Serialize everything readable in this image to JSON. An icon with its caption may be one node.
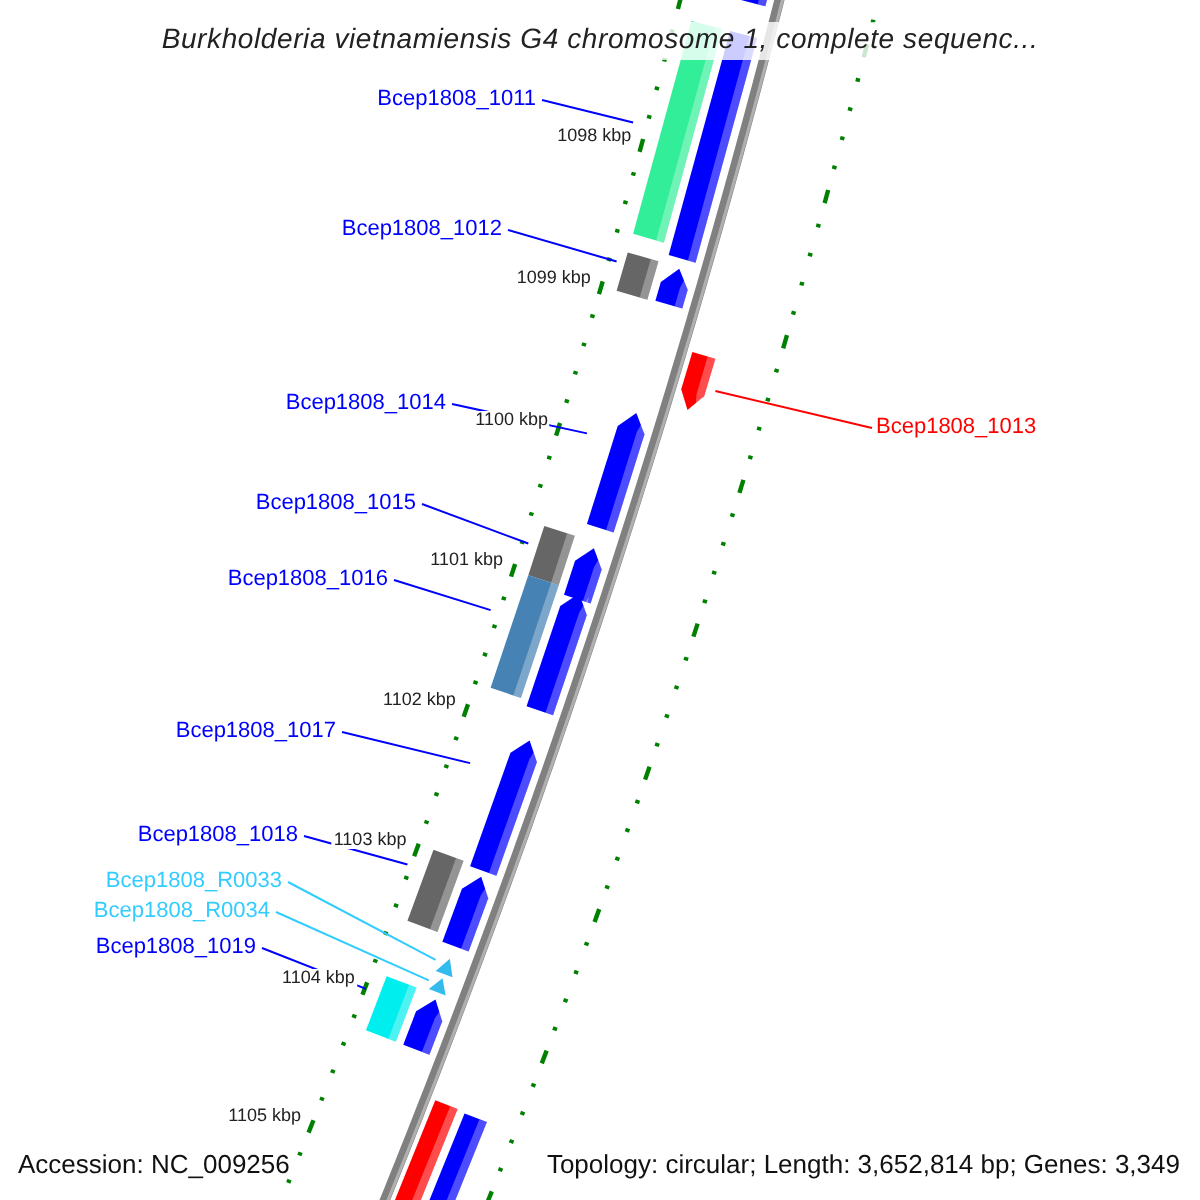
{
  "diagram": {
    "title": "Burkholderia vietnamiensis G4 chromosome 1, complete sequenc...",
    "nodes": [
      {
        "text": [
          "Bcep1808_1011"
        ]
      },
      {
        "text": [
          "Bcep1808_1012"
        ]
      },
      {
        "text": [
          "Bcep1808_1014"
        ]
      },
      {
        "text": [
          "Bcep1808_1013"
        ]
      },
      {
        "text": [
          "Bcep1808_1015"
        ]
      },
      {
        "text": [
          "Bcep1808_1016"
        ]
      },
      {
        "text": [
          "Bcep1808_1017"
        ]
      },
      {
        "text": [
          "Bcep1808_1018"
        ]
      },
      {
        "text": [
          "Bcep1808_R0033"
        ]
      },
      {
        "text": [
          "Bcep1808_R0034"
        ]
      },
      {
        "text": [
          "Bcep1808_1019"
        ]
      },
      {
        "text": [],
        "shape": "bar"
      },
      {
        "text": [],
        "shape": "bar"
      },
      {
        "text": [],
        "shape": "bar"
      },
      {
        "text": [],
        "shape": "bar"
      },
      {
        "text": [],
        "shape": "bar"
      },
      {
        "text": [],
        "shape": "bar"
      },
      {
        "text": [],
        "shape": "bar"
      },
      {
        "text": [],
        "shape": "bar"
      },
      {
        "text": [],
        "shape": "bar"
      },
      {
        "text": [],
        "shape": "bar"
      },
      {
        "text": [],
        "shape": "bar"
      },
      {
        "text": [],
        "shape": "bar"
      },
      {
        "text": [],
        "shape": "bar"
      }
    ],
    "edges": [
      {
        "from": 0,
        "to": 11,
        "arrow": "none"
      },
      {
        "from": 1,
        "to": 12,
        "arrow": "none"
      },
      {
        "from": 2,
        "to": 13,
        "arrow": "none"
      },
      {
        "from": 3,
        "to": 14,
        "arrow": "none",
        "color": "#ff0000"
      },
      {
        "from": 4,
        "to": 15,
        "arrow": "none"
      },
      {
        "from": 5,
        "to": 16,
        "arrow": "none"
      },
      {
        "from": 6,
        "to": 17,
        "arrow": "none"
      },
      {
        "from": 7,
        "to": 18,
        "arrow": "none"
      },
      {
        "from": 8,
        "to": 19,
        "arrow": "none",
        "color": "#33ccff"
      },
      {
        "from": 9,
        "to": 20,
        "arrow": "none",
        "color": "#33ccff"
      },
      {
        "from": 10,
        "to": 21,
        "arrow": "none"
      }
    ],
    "labels": [
      "1098 kbp",
      "1099 kbp",
      "1100 kbp",
      "1101 kbp",
      "1102 kbp",
      "1103 kbp",
      "1104 kbp",
      "1105 kbp",
      "Accession: NC_009256",
      "Topology: circular; Length: 3,652,814 bp; Genes: 3,349"
    ]
  }
}
